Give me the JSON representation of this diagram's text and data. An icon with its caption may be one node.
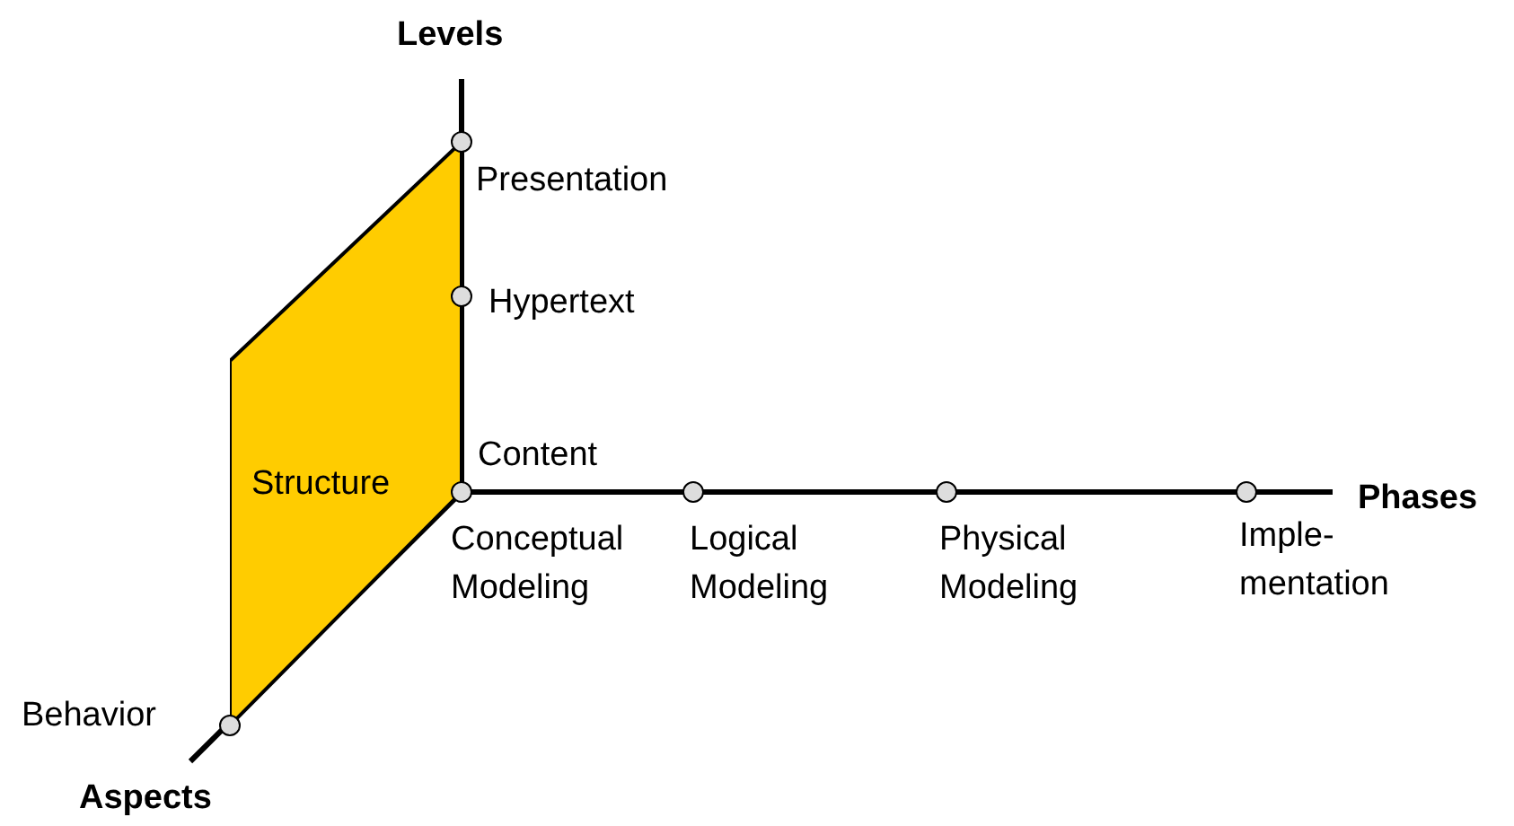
{
  "diagram": {
    "nodes": [
      {
        "text": [
          "Structure"
        ]
      }
    ],
    "labels": [
      "Levels",
      "Presentation",
      "Hypertext",
      "Content",
      "Phases",
      "Conceptual Modeling",
      "Logical Modeling",
      "Physical Modeling",
      "Imple- mentation",
      "Behavior",
      "Aspects"
    ]
  }
}
